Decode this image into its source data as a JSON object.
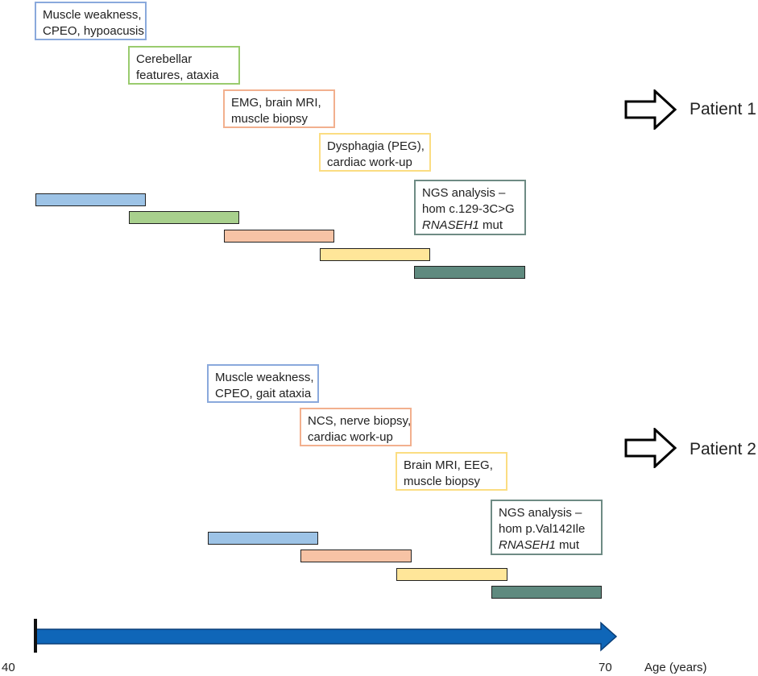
{
  "colors": {
    "blue": "#8aa9dc",
    "green": "#9acb6e",
    "salmon": "#f2b08e",
    "yellow": "#fbdd82",
    "teal": "#6e8b84",
    "blue_fill": "#9dc3e6",
    "green_fill": "#a8d08d",
    "salmon_fill": "#f7c3a5",
    "yellow_fill": "#ffe699",
    "teal_fill": "#5f8a7f",
    "axis_arrow": "#0f66b8"
  },
  "patient1": {
    "label": "Patient 1",
    "boxes": [
      {
        "lines": [
          "Muscle weakness,",
          "CPEO, hypoacusis"
        ]
      },
      {
        "lines": [
          "Cerebellar",
          "features, ataxia"
        ]
      },
      {
        "lines": [
          "EMG, brain MRI,",
          "muscle biopsy"
        ]
      },
      {
        "lines": [
          "Dysphagia (PEG),",
          "cardiac work-up"
        ]
      },
      {
        "lines": [
          "NGS analysis –",
          "hom c.129-3C>G"
        ],
        "gene": "RNASEH1",
        "gene_suffix": " mut"
      }
    ]
  },
  "patient2": {
    "label": "Patient 2",
    "boxes": [
      {
        "lines": [
          "Muscle weakness,",
          "CPEO, gait ataxia"
        ]
      },
      {
        "lines": [
          "NCS, nerve biopsy,",
          "cardiac work-up"
        ]
      },
      {
        "lines": [
          "Brain MRI, EEG,",
          "muscle biopsy"
        ]
      },
      {
        "lines": [
          "NGS analysis –",
          "hom p.Val142Ile"
        ],
        "gene": "RNASEH1",
        "gene_suffix": " mut"
      }
    ]
  },
  "axis": {
    "start_label": "40",
    "end_label": "70",
    "unit_label": "Age (years)"
  }
}
